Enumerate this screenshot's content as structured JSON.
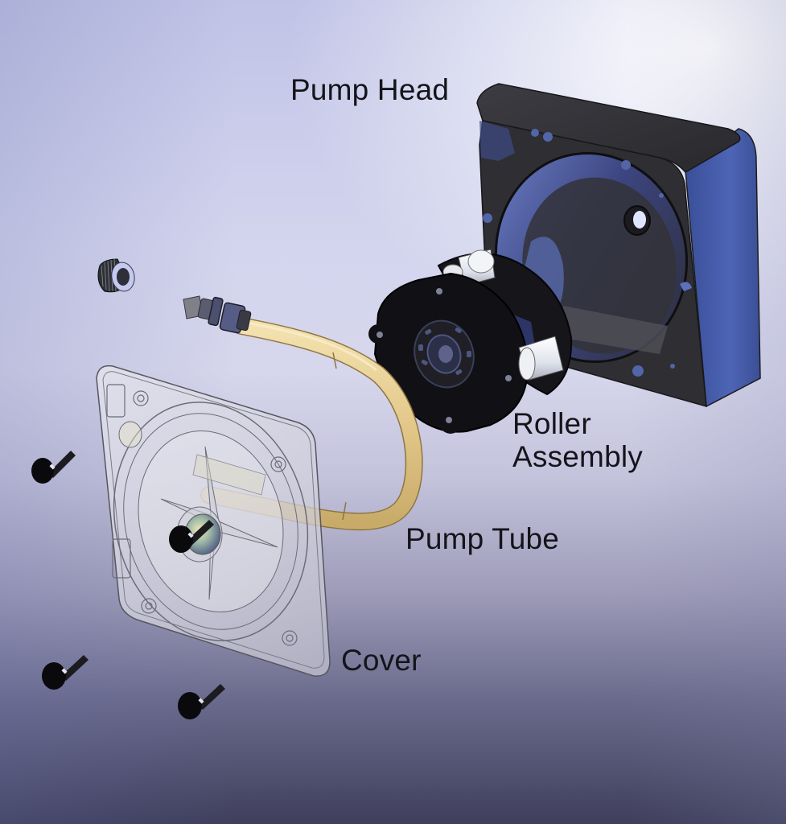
{
  "diagram": {
    "type": "exploded-assembly-view",
    "subject": "Peristaltic pump",
    "colors": {
      "background_top": "#c0c3e6",
      "background_highlight": "#ffffff",
      "background_bottom": "#3f3f5c",
      "pump_head_body": "#2f2f33",
      "pump_head_side": "#4a5fa8",
      "roller_body": "#141418",
      "roller_pins": "#e8ecf2",
      "tube": "#e6cf92",
      "cover": "#dcdce4",
      "label_text": "#14141a"
    },
    "labels": [
      {
        "id": "pump-head",
        "text": "Pump Head"
      },
      {
        "id": "roller-assembly",
        "text": "Roller\nAssembly"
      },
      {
        "id": "pump-tube",
        "text": "Pump Tube"
      },
      {
        "id": "cover",
        "text": "Cover"
      }
    ],
    "parts": [
      {
        "id": "pump-head",
        "name": "Pump Head"
      },
      {
        "id": "roller-assembly",
        "name": "Roller Assembly"
      },
      {
        "id": "pump-tube",
        "name": "Pump Tube"
      },
      {
        "id": "cover",
        "name": "Cover"
      },
      {
        "id": "knurled-nut",
        "name": "Knurled nut"
      },
      {
        "id": "tube-fitting",
        "name": "Tube fitting"
      },
      {
        "id": "thumb-screw",
        "name": "Thumb screw",
        "count": 4
      }
    ]
  }
}
